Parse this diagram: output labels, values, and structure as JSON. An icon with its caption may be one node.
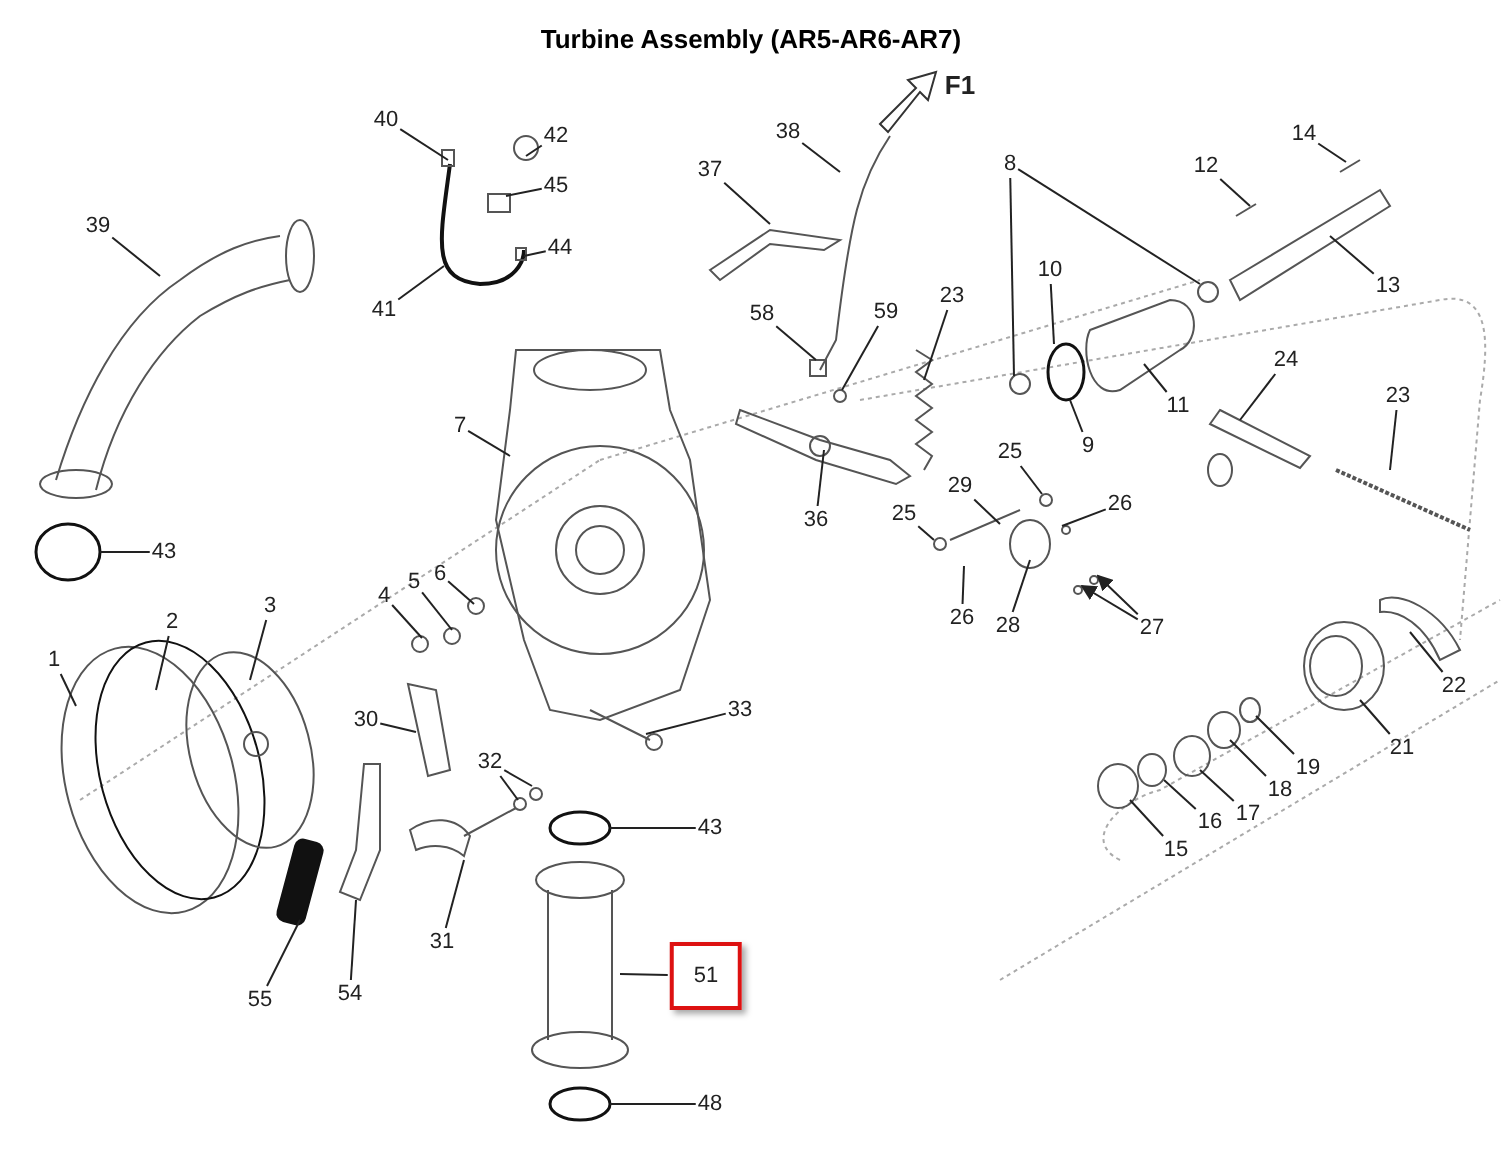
{
  "diagram": {
    "title": "Turbine Assembly (AR5-AR6-AR7)",
    "nodes": [
      {
        "text": [
          "40"
        ]
      },
      {
        "text": [
          "42"
        ]
      },
      {
        "text": [
          "45"
        ]
      },
      {
        "text": [
          "44"
        ]
      },
      {
        "text": [
          "41"
        ]
      },
      {
        "text": [
          "39"
        ]
      },
      {
        "text": [
          "37"
        ]
      },
      {
        "text": [
          "38"
        ]
      },
      {
        "text": [
          "8"
        ]
      },
      {
        "text": [
          "12"
        ]
      },
      {
        "text": [
          "14"
        ]
      },
      {
        "text": [
          "13"
        ]
      },
      {
        "text": [
          "10"
        ]
      },
      {
        "text": [
          "11"
        ]
      },
      {
        "text": [
          "9"
        ]
      },
      {
        "text": [
          "58"
        ]
      },
      {
        "text": [
          "59"
        ]
      },
      {
        "text": [
          "23"
        ]
      },
      {
        "text": [
          "7"
        ]
      },
      {
        "text": [
          "24"
        ]
      },
      {
        "text": [
          "23"
        ]
      },
      {
        "text": [
          "36"
        ]
      },
      {
        "text": [
          "25"
        ]
      },
      {
        "text": [
          "26"
        ]
      },
      {
        "text": [
          "29"
        ]
      },
      {
        "text": [
          "25"
        ]
      },
      {
        "text": [
          "26"
        ]
      },
      {
        "text": [
          "28"
        ]
      },
      {
        "text": [
          "27"
        ]
      },
      {
        "text": [
          "43"
        ]
      },
      {
        "text": [
          "4"
        ]
      },
      {
        "text": [
          "5"
        ]
      },
      {
        "text": [
          "6"
        ]
      },
      {
        "text": [
          "1"
        ]
      },
      {
        "text": [
          "2"
        ]
      },
      {
        "text": [
          "3"
        ]
      },
      {
        "text": [
          "30"
        ]
      },
      {
        "text": [
          "33"
        ]
      },
      {
        "text": [
          "32"
        ]
      },
      {
        "text": [
          "22"
        ]
      },
      {
        "text": [
          "21"
        ]
      },
      {
        "text": [
          "19"
        ]
      },
      {
        "text": [
          "18"
        ]
      },
      {
        "text": [
          "17"
        ]
      },
      {
        "text": [
          "16"
        ]
      },
      {
        "text": [
          "15"
        ]
      },
      {
        "text": [
          "43"
        ]
      },
      {
        "text": [
          "31"
        ]
      },
      {
        "text": [
          "54"
        ]
      },
      {
        "text": [
          "55"
        ]
      },
      {
        "text": [
          "51"
        ]
      },
      {
        "text": [
          "48"
        ]
      }
    ],
    "edges": [
      {
        "from": 0,
        "to": null,
        "arrow": "none"
      },
      {
        "from": 1,
        "to": null,
        "arrow": "none"
      },
      {
        "from": 2,
        "to": null,
        "arrow": "none"
      },
      {
        "from": 3,
        "to": null,
        "arrow": "none"
      },
      {
        "from": 4,
        "to": null,
        "arrow": "none"
      },
      {
        "from": 5,
        "to": null,
        "arrow": "none"
      },
      {
        "from": 6,
        "to": null,
        "arrow": "none"
      },
      {
        "from": 7,
        "to": null,
        "arrow": "none"
      },
      {
        "from": 8,
        "to": null,
        "arrow": "none"
      },
      {
        "from": 8,
        "to": null,
        "arrow": "none"
      },
      {
        "from": 9,
        "to": null,
        "arrow": "none"
      },
      {
        "from": 10,
        "to": null,
        "arrow": "none"
      },
      {
        "from": 11,
        "to": null,
        "arrow": "none"
      },
      {
        "from": 12,
        "to": null,
        "arrow": "none"
      },
      {
        "from": 13,
        "to": null,
        "arrow": "none"
      },
      {
        "from": 14,
        "to": null,
        "arrow": "none"
      },
      {
        "from": 15,
        "to": null,
        "arrow": "none"
      },
      {
        "from": 16,
        "to": null,
        "arrow": "none"
      },
      {
        "from": 17,
        "to": null,
        "arrow": "none"
      },
      {
        "from": 18,
        "to": null,
        "arrow": "none"
      },
      {
        "from": 19,
        "to": null,
        "arrow": "none"
      },
      {
        "from": 20,
        "to": null,
        "arrow": "none"
      },
      {
        "from": 21,
        "to": null,
        "arrow": "none"
      },
      {
        "from": 22,
        "to": null,
        "arrow": "none"
      },
      {
        "from": 23,
        "to": null,
        "arrow": "none"
      },
      {
        "from": 24,
        "to": null,
        "arrow": "none"
      },
      {
        "from": 25,
        "to": null,
        "arrow": "none"
      },
      {
        "from": 26,
        "to": null,
        "arrow": "none"
      },
      {
        "from": 27,
        "to": null,
        "arrow": "none"
      },
      {
        "from": 28,
        "to": null,
        "arrow": "to"
      },
      {
        "from": 28,
        "to": null,
        "arrow": "to"
      },
      {
        "from": 29,
        "to": null,
        "arrow": "none"
      },
      {
        "from": 30,
        "to": null,
        "arrow": "none"
      },
      {
        "from": 31,
        "to": null,
        "arrow": "none"
      },
      {
        "from": 32,
        "to": null,
        "arrow": "none"
      },
      {
        "from": 33,
        "to": null,
        "arrow": "none"
      },
      {
        "from": 34,
        "to": null,
        "arrow": "none"
      },
      {
        "from": 35,
        "to": null,
        "arrow": "none"
      },
      {
        "from": 36,
        "to": null,
        "arrow": "none"
      },
      {
        "from": 37,
        "to": null,
        "arrow": "none"
      },
      {
        "from": 38,
        "to": null,
        "arrow": "none"
      },
      {
        "from": 38,
        "to": null,
        "arrow": "none"
      },
      {
        "from": 39,
        "to": null,
        "arrow": "none"
      },
      {
        "from": 40,
        "to": null,
        "arrow": "none"
      },
      {
        "from": 41,
        "to": null,
        "arrow": "none"
      },
      {
        "from": 42,
        "to": null,
        "arrow": "none"
      },
      {
        "from": 43,
        "to": null,
        "arrow": "none"
      },
      {
        "from": 44,
        "to": null,
        "arrow": "none"
      },
      {
        "from": 45,
        "to": null,
        "arrow": "none"
      },
      {
        "from": 46,
        "to": null,
        "arrow": "none"
      },
      {
        "from": 47,
        "to": null,
        "arrow": "none"
      },
      {
        "from": 48,
        "to": null,
        "arrow": "none"
      },
      {
        "from": 49,
        "to": null,
        "arrow": "none"
      },
      {
        "from": 50,
        "to": null,
        "arrow": "none"
      },
      {
        "from": 51,
        "to": null,
        "arrow": "none"
      }
    ],
    "labels": [
      "F1"
    ]
  }
}
